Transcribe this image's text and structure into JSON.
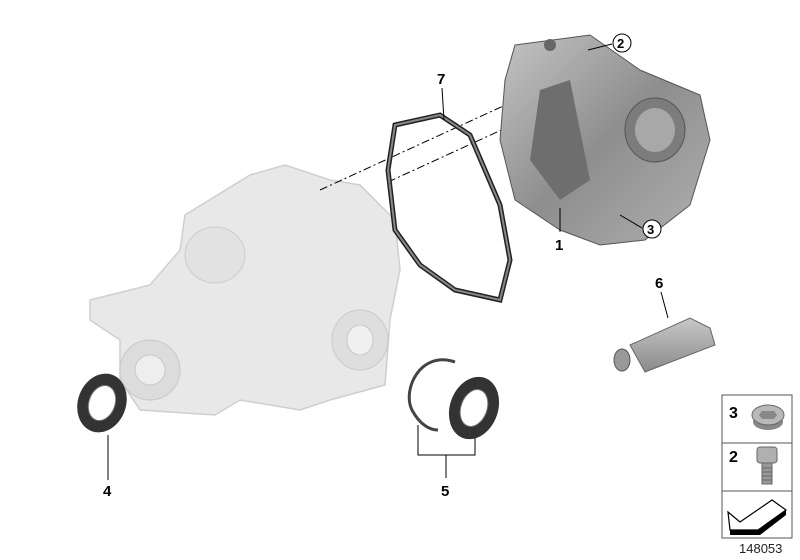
{
  "diagram_number": "148053",
  "callouts": [
    {
      "id": "1",
      "label": "1"
    },
    {
      "id": "2",
      "label": "2"
    },
    {
      "id": "3",
      "label": "3"
    },
    {
      "id": "4",
      "label": "4"
    },
    {
      "id": "5",
      "label": "5"
    },
    {
      "id": "6",
      "label": "6"
    },
    {
      "id": "7",
      "label": "7"
    }
  ],
  "legend": [
    {
      "label": "3",
      "icon": "plug-screw-icon"
    },
    {
      "label": "2",
      "icon": "hex-bolt-icon"
    },
    {
      "label": "",
      "icon": "arrow-icon"
    }
  ],
  "colors": {
    "housing": "#e6e6e6",
    "cover": "#9a9a9a",
    "line": "#000000"
  }
}
